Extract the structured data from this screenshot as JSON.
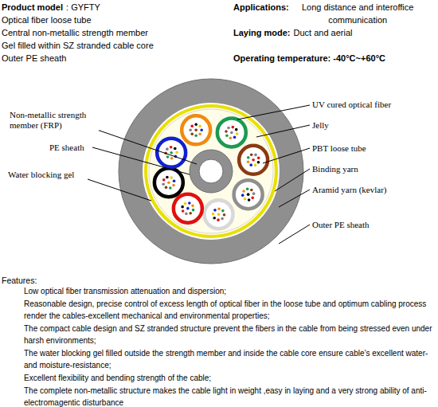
{
  "diagram": {
    "labels": [
      "Product model",
      ": GYFTY",
      "Optical fiber loose tube",
      "Central non-metallic strength member",
      "Gel filled within SZ stranded cable core",
      "Outer PE sheath",
      "Applications:",
      "Long distance and interoffice communication",
      "Laying mode:",
      "Duct and aerial",
      "Operating temperature: -40°C~+60°C",
      "Non-metallic strength member (FRP)",
      "PE sheath",
      "Water blocking gel",
      "UV cured optical fiber",
      "Jelly",
      "PBT loose tube",
      "Binding yarn",
      "Aramid yarn (kevlar)",
      "Outer PE sheath",
      "Features:",
      "Low optical fiber transmission attenuation and dispersion;",
      "Reasonable design, precise control of excess length of optical fiber in the loose tube and optimum cabling process render the cables-excellent mechanical and environmental  properties;",
      "The compact cable design and SZ stranded structure prevent the fibers in the cable from being stressed even under harsh environments;",
      "The water blocking gel filled outside the strength member and inside the cable core ensure cable’s excellent water- and moisture-resistance;",
      "Excellent flexibility and bending strength of the cable;",
      "The complete non-metallic structure makes the cable light in weight ,easy in laying and a very strong ability of anti-electromagentic  disturbance"
    ]
  }
}
